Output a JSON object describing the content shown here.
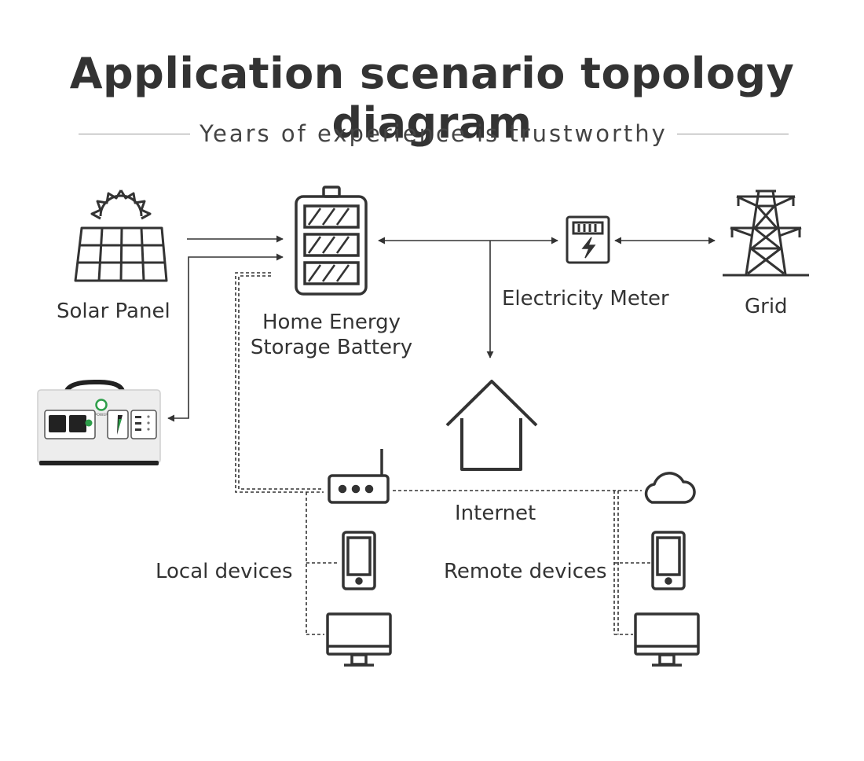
{
  "title": "Application scenario topology diagram",
  "subtitle": "Years of experience is trustworthy",
  "nodes": {
    "solar_panel": "Solar Panel",
    "battery_line1": "Home Energy",
    "battery_line2": "Storage Battery",
    "electricity_meter": "Electricity Meter",
    "grid": "Grid",
    "internet": "Internet",
    "local_devices": "Local devices",
    "remote_devices": "Remote devices"
  },
  "portable_power_station": {
    "button_label": "POWER"
  },
  "icons": [
    "solar-panel-icon",
    "battery-icon",
    "electricity-meter-icon",
    "power-tower-icon",
    "portable-power-station-icon",
    "house-icon",
    "router-icon",
    "cloud-icon",
    "smartphone-icon",
    "monitor-icon"
  ],
  "colors": {
    "text": "#333333",
    "line": "#333333",
    "accent_green": "#2e9e4a",
    "device_body": "#ededed"
  }
}
